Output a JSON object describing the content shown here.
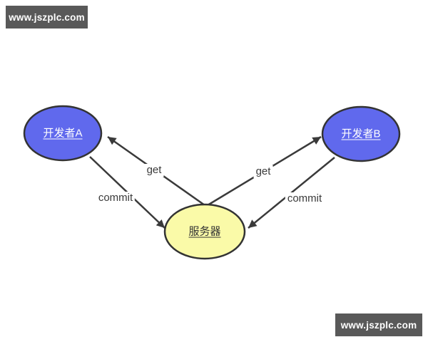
{
  "watermark": {
    "text": "www.jszplc.com",
    "bg_color": "#595959",
    "text_color": "#ffffff"
  },
  "diagram": {
    "type": "flow-diagram",
    "stroke_color": "#3a3a3a",
    "node_border_color": "#333333",
    "nodes": [
      {
        "id": "developer-a",
        "label": "开发者A",
        "fill": "#6069ED",
        "text_color": "#ffffff"
      },
      {
        "id": "developer-b",
        "label": "开发者B",
        "fill": "#6069ED",
        "text_color": "#ffffff"
      },
      {
        "id": "server",
        "label": "服务器",
        "fill": "#FAFAA8",
        "text_color": "#333333"
      }
    ],
    "edges": [
      {
        "from": "server",
        "to": "developer-a",
        "label": "get"
      },
      {
        "from": "developer-a",
        "to": "server",
        "label": "commit"
      },
      {
        "from": "server",
        "to": "developer-b",
        "label": "get"
      },
      {
        "from": "developer-b",
        "to": "server",
        "label": "commit"
      }
    ]
  }
}
